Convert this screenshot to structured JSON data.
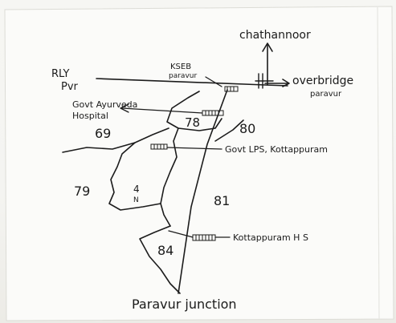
{
  "map": {
    "labels": {
      "chathannoor": "chathannoor",
      "overbridge": "overbridge",
      "paravur_right": "paravur",
      "rly_pvr": "RLY\nPvr",
      "kseb": "KSEB",
      "kseb_paravur": "paravur",
      "govt_ayurveda": "Govt Ayurveda",
      "hospital": "Hospital",
      "govt_lps": "Govt LPS, Kottappuram",
      "kottappuram_hs": "Kottappuram H S",
      "paravur_junction": "Paravur junction"
    },
    "ward_numbers": {
      "w69": "69",
      "w78": "78",
      "w80": "80",
      "w79": "79",
      "w81": "81",
      "w84": "84",
      "w4": "4",
      "w4_sub": "N"
    }
  }
}
